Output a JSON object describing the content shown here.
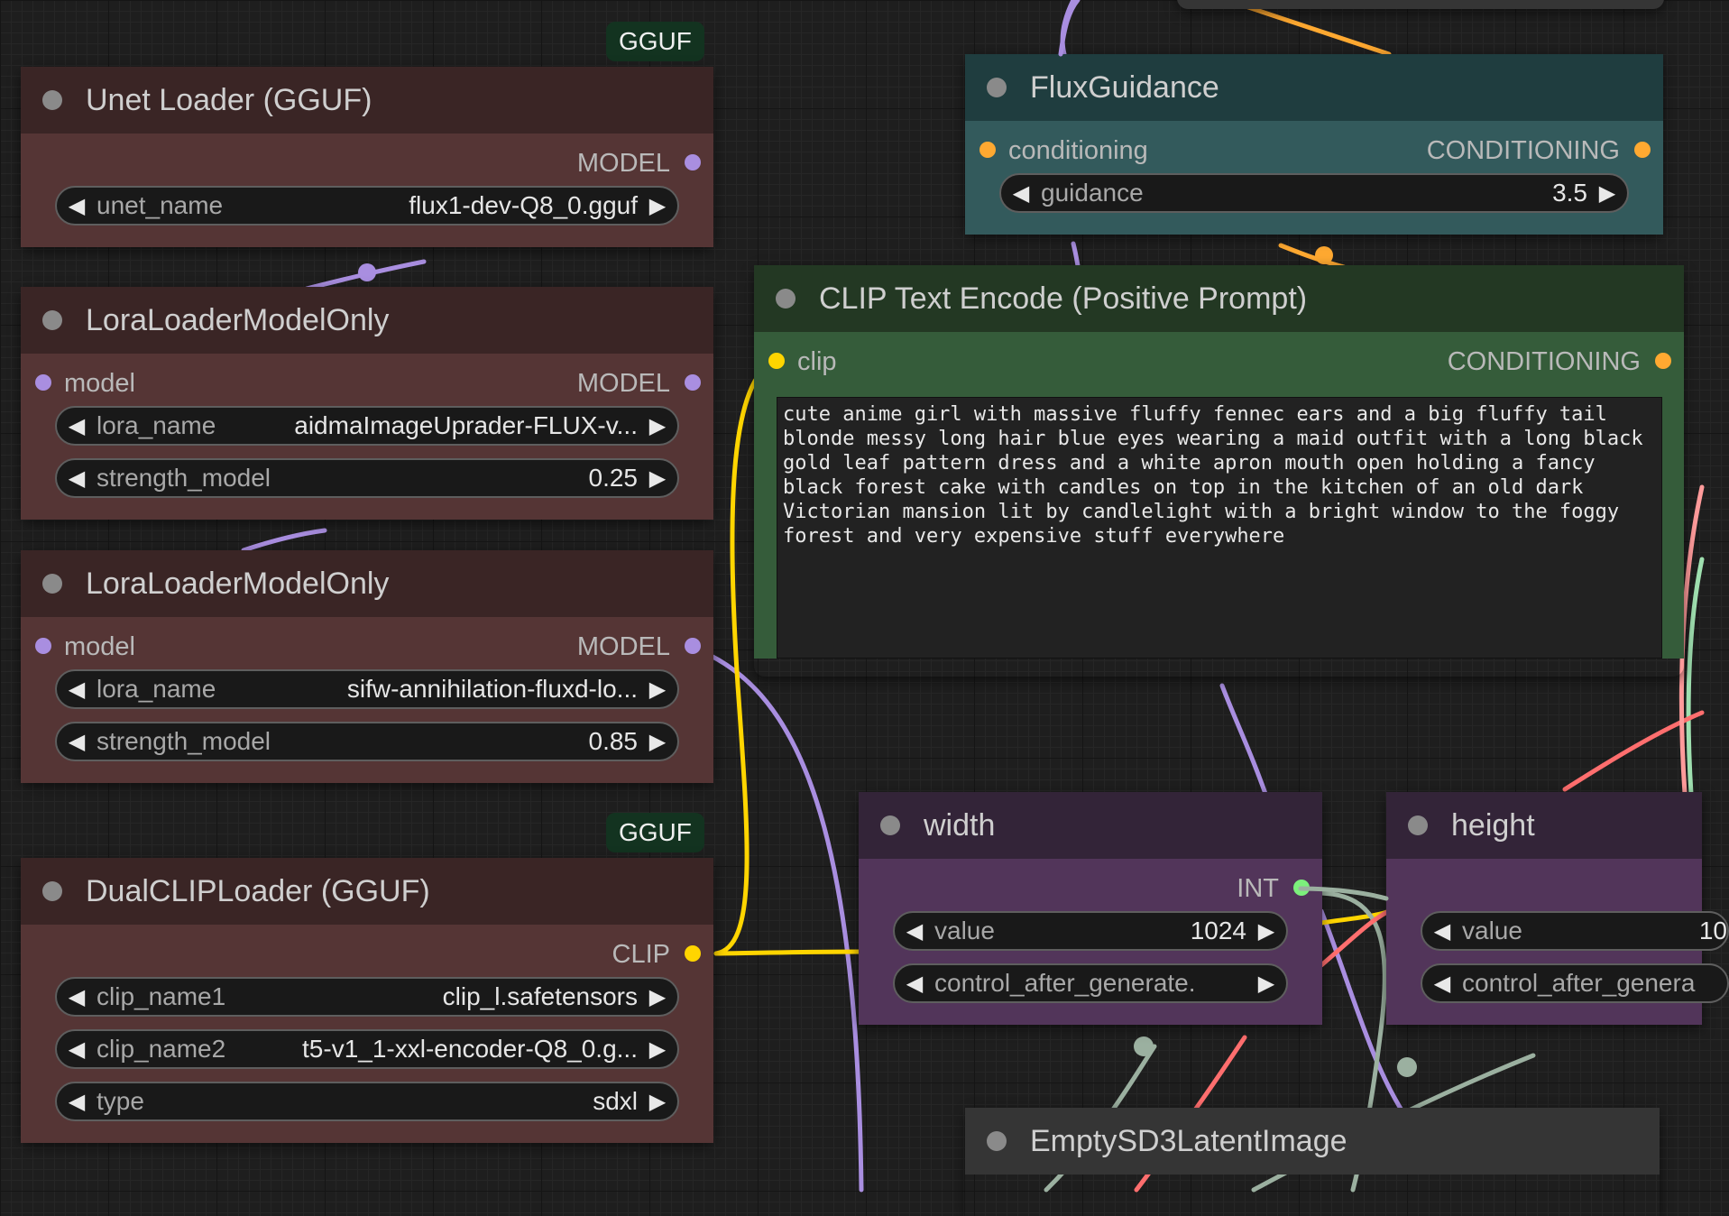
{
  "colors": {
    "model": "#a98ee0",
    "clip": "#ffd500",
    "conditioning": "#ffa931",
    "int": "#7cf07c",
    "latent": "#ff6e6e",
    "misc": "#9bb0a0"
  },
  "badges": {
    "gguf_top": "GGUF",
    "gguf_bottom": "GGUF"
  },
  "unet_loader": {
    "title": "Unet Loader (GGUF)",
    "output": "MODEL",
    "widget": {
      "name": "unet_name",
      "value": "flux1-dev-Q8_0.gguf"
    }
  },
  "lora1": {
    "title": "LoraLoaderModelOnly",
    "input": "model",
    "output": "MODEL",
    "widgets": [
      {
        "name": "lora_name",
        "value": "aidmaImageUprader-FLUX-v..."
      },
      {
        "name": "strength_model",
        "value": "0.25"
      }
    ]
  },
  "lora2": {
    "title": "LoraLoaderModelOnly",
    "input": "model",
    "output": "MODEL",
    "widgets": [
      {
        "name": "lora_name",
        "value": "sifw-annihilation-fluxd-lo..."
      },
      {
        "name": "strength_model",
        "value": "0.85"
      }
    ]
  },
  "dual_clip": {
    "title": "DualCLIPLoader (GGUF)",
    "output": "CLIP",
    "widgets": [
      {
        "name": "clip_name1",
        "value": "clip_l.safetensors"
      },
      {
        "name": "clip_name2",
        "value": "t5-v1_1-xxl-encoder-Q8_0.g..."
      },
      {
        "name": "type",
        "value": "sdxl"
      }
    ]
  },
  "flux_guidance": {
    "title": "FluxGuidance",
    "input": "conditioning",
    "output": "CONDITIONING",
    "widget": {
      "name": "guidance",
      "value": "3.5"
    }
  },
  "clip_encode": {
    "title": "CLIP Text Encode (Positive Prompt)",
    "input": "clip",
    "output": "CONDITIONING",
    "prompt": "cute anime girl with massive fluffy fennec ears and a big fluffy tail blonde messy long hair blue eyes wearing a maid outfit with a long black gold leaf pattern dress and a white apron mouth open holding a fancy black forest cake with candles on top in the kitchen of an old dark Victorian mansion lit by candlelight with a bright window to the foggy forest and very expensive stuff everywhere"
  },
  "width_node": {
    "title": "width",
    "output": "INT",
    "widgets": [
      {
        "name": "value",
        "value": "1024"
      },
      {
        "name": "control_after_generate.",
        "value": ""
      }
    ]
  },
  "height_node": {
    "title": "height",
    "widgets": [
      {
        "name": "value",
        "value": "10"
      },
      {
        "name": "control_after_genera",
        "value": ""
      }
    ]
  },
  "empty_latent": {
    "title": "EmptySD3LatentImage"
  }
}
